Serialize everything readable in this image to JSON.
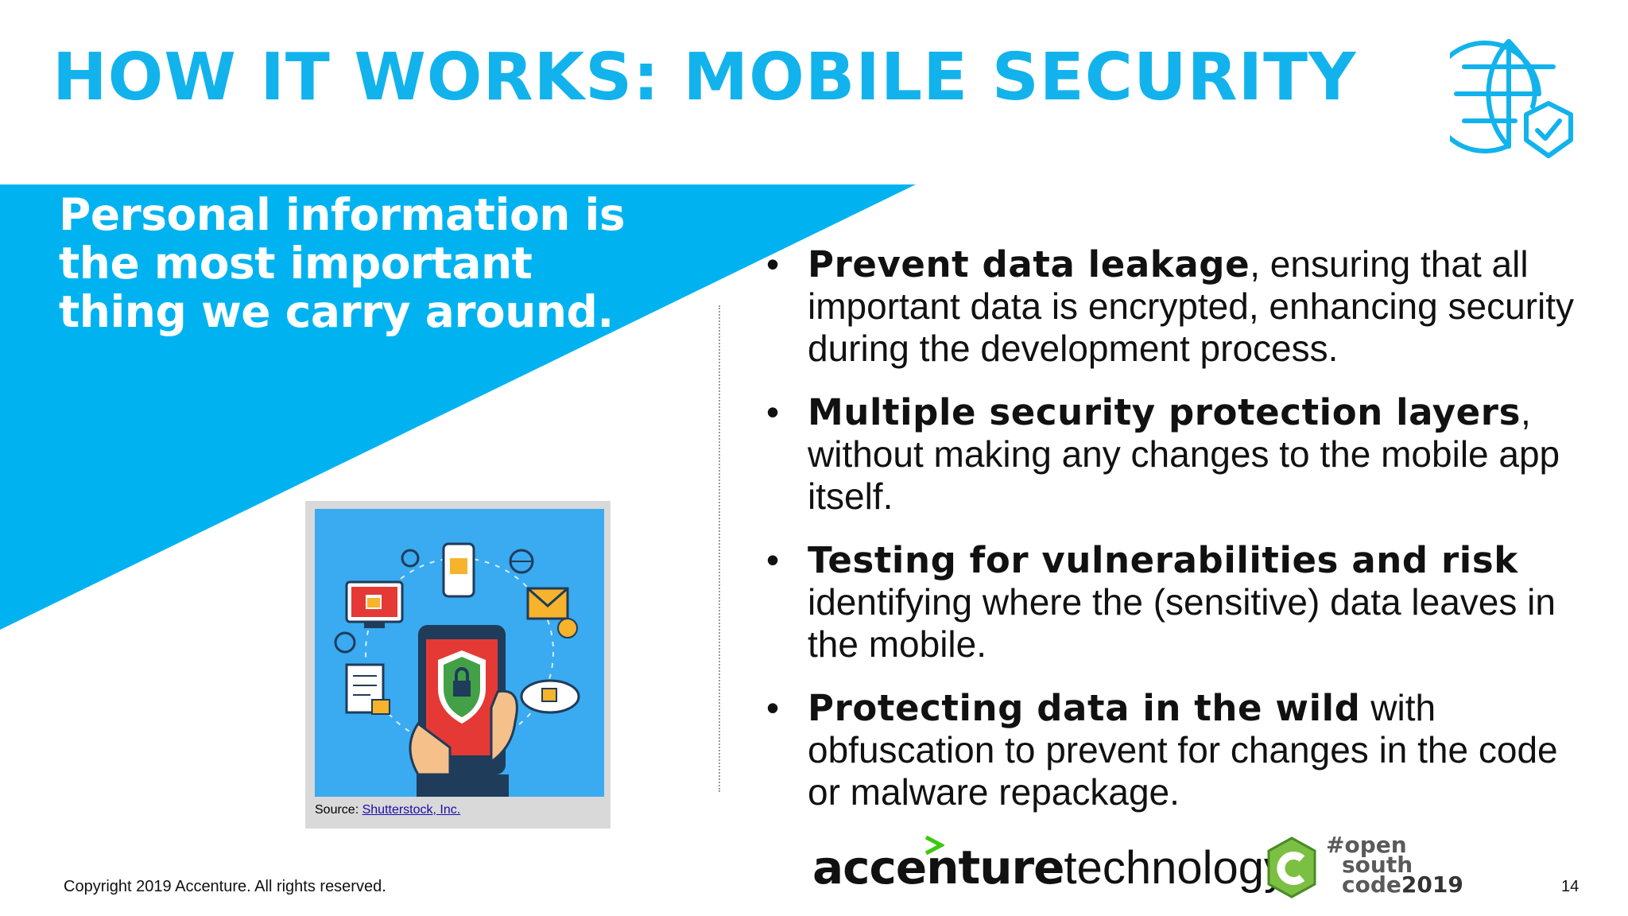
{
  "slide": {
    "title": "HOW IT WORKS: MOBILE SECURITY",
    "tagline": "Personal information is the most important thing we carry around.",
    "accent_color": "#12b3ec",
    "banner_color": "#00b3f0"
  },
  "illustration": {
    "source_label": "Source: ",
    "source_link": "Shutterstock, Inc."
  },
  "bullets": [
    {
      "bold": "Prevent data leakage",
      "text": ", ensuring that all important data is encrypted, enhancing security during the development process."
    },
    {
      "bold": "Multiple security protection layers",
      "text": ", without making any changes to the mobile app itself."
    },
    {
      "bold": "Testing for vulnerabilities and risk",
      "text": " identifying where the (sensitive) data leaves in the mobile."
    },
    {
      "bold": "Protecting data in the wild",
      "text": " with obfuscation to prevent for changes in the code or malware repackage."
    }
  ],
  "bullet_marker": "•",
  "footer": {
    "copyright": "Copyright 2019 Accenture. All rights reserved.",
    "brand_bold": "accenture",
    "brand_light": "technology",
    "event_line1": "#open",
    "event_line2": "south",
    "event_line3": "code",
    "event_year": "2019",
    "page_number": "14"
  },
  "icons": {
    "header": "globe-shield-check-icon",
    "illustration": "mobile-security-illustration"
  }
}
